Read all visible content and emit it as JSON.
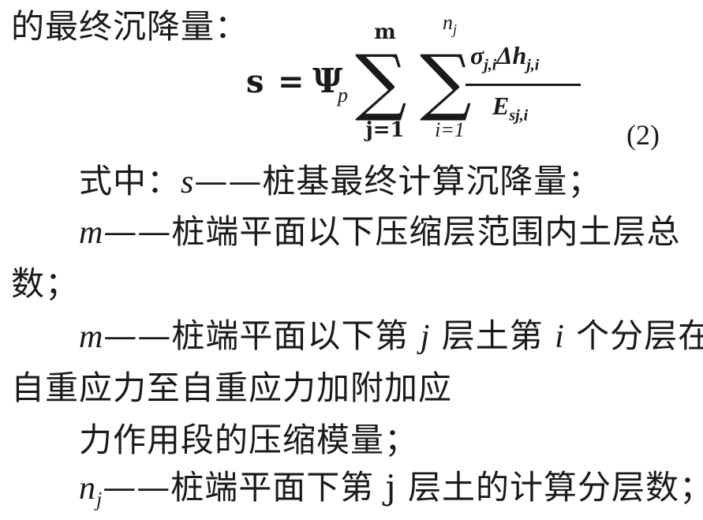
{
  "lines": {
    "intro": "的最终沉降量：",
    "l1_prefix": "式中：",
    "l1_var": "s",
    "l1_text": "——桩基最终计算沉降量；",
    "l2_var": "m",
    "l2_text": "——桩端平面以下压缩层范围内土层总",
    "l3_text": "数；",
    "l4_var": "m",
    "l4_text_a": "——桩端平面以下第 ",
    "l4_var_j": "j",
    "l4_text_b": " 层土第 ",
    "l4_var_i": "i",
    "l4_text_c": " 个分层在",
    "l5_text": "自重应力至自重应力加附加应",
    "l6_text": "力作用段的压缩模量；",
    "l7_var": "n",
    "l7_sub": "j",
    "l7_text": "——桩端平面下第 j 层土的计算分层数；"
  },
  "formula": {
    "lhs": "s",
    "eq": "=",
    "psi": "Ψ",
    "psi_sub": "p",
    "sum_symbol": "∑",
    "sum1_upper": "m",
    "sum1_lower": "j=1",
    "sum2_upper": "n",
    "sum2_upper_sub": "j",
    "sum2_lower": "i=1",
    "numerator": "σ",
    "numerator_sub": "j,i",
    "numerator_delta": "Δh",
    "numerator_delta_sub": "j,i",
    "denominator": "E",
    "denominator_sub": "sj,i",
    "equation_number": "(2)"
  }
}
